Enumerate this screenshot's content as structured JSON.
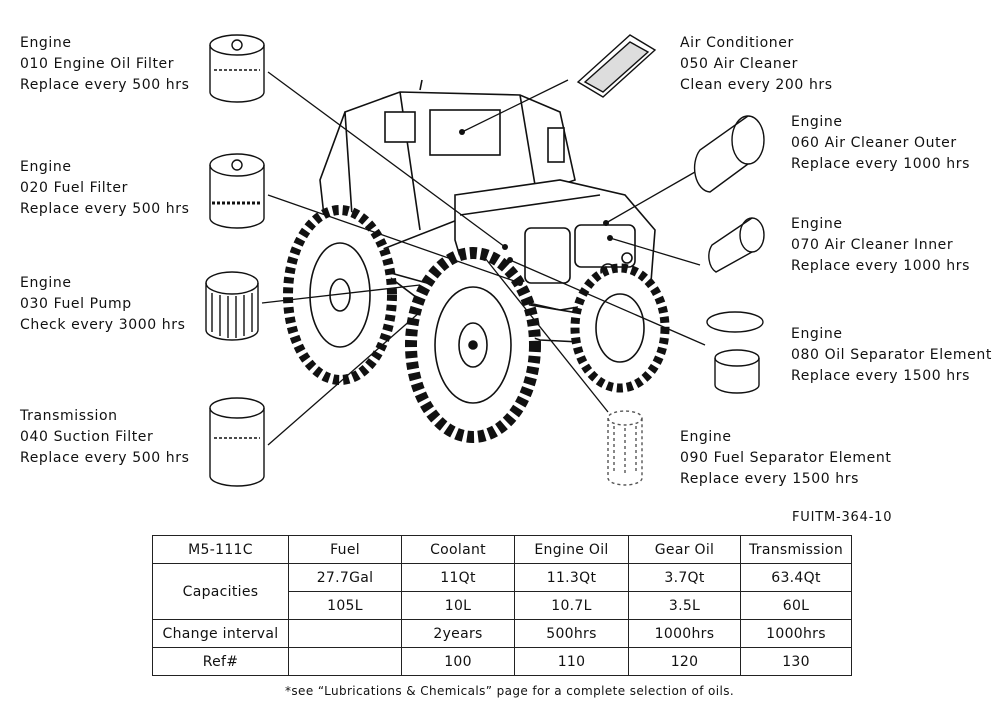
{
  "parts": [
    {
      "system": "Engine",
      "item": "010 Engine Oil Filter",
      "interval": "Replace every 500 hrs"
    },
    {
      "system": "Engine",
      "item": "020 Fuel Filter",
      "interval": "Replace every 500 hrs"
    },
    {
      "system": "Engine",
      "item": "030 Fuel Pump",
      "interval": "Check every 3000 hrs"
    },
    {
      "system": "Transmission",
      "item": "040 Suction Filter",
      "interval": "Replace every 500 hrs"
    },
    {
      "system": "Air Conditioner",
      "item": "050 Air Cleaner",
      "interval": "Clean every 200 hrs"
    },
    {
      "system": "Engine",
      "item": "060 Air Cleaner Outer",
      "interval": "Replace every 1000 hrs"
    },
    {
      "system": "Engine",
      "item": "070 Air Cleaner Inner",
      "interval": "Replace every 1000 hrs"
    },
    {
      "system": "Engine",
      "item": "080 Oil Separator Element",
      "interval": "Replace every 1500 hrs"
    },
    {
      "system": "Engine",
      "item": "090 Fuel Separator Element",
      "interval": "Replace every 1500 hrs"
    }
  ],
  "figure_code": "FUITM-364-10",
  "table": {
    "model": "M5-111C",
    "columns": [
      "Fuel",
      "Coolant",
      "Engine Oil",
      "Gear Oil",
      "Transmission"
    ],
    "capacities_label": "Capacities",
    "capacities_us": [
      "27.7Gal",
      "11Qt",
      "11.3Qt",
      "3.7Qt",
      "63.4Qt"
    ],
    "capacities_metric": [
      "105L",
      "10L",
      "10.7L",
      "3.5L",
      "60L"
    ],
    "interval_label": "Change interval",
    "intervals": [
      "",
      "2years",
      "500hrs",
      "1000hrs",
      "1000hrs"
    ],
    "ref_label": "Ref#",
    "refs": [
      "",
      "100",
      "110",
      "120",
      "130"
    ]
  },
  "footnote": "*see “Lubrications & Chemicals” page for a complete selection of oils."
}
